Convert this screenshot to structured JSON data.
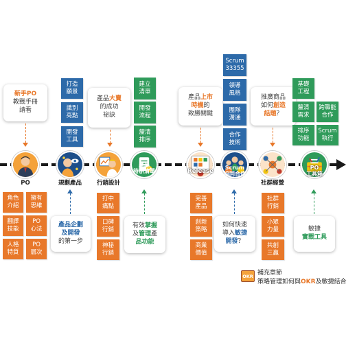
{
  "callouts": {
    "po_top": {
      "l1a": "新手PO",
      "l2": "教戰手冊",
      "l3": "請看"
    },
    "planning_bottom": {
      "l1": "產品企劃",
      "l2": "及開發",
      "l3": "的第一步"
    },
    "marketing_top": {
      "l1a": "產品",
      "l1b": "大賣",
      "l2": "的成功",
      "l3": "祕訣"
    },
    "backlog_bottom": {
      "l1a": "有效",
      "l1b": "掌握",
      "l2a": "及",
      "l2b": "管理",
      "l2c": "產",
      "l3": "品功能"
    },
    "release_top": {
      "l1a": "產品",
      "l1b": "上市",
      "l2a": "時機",
      "l2b": "的",
      "l3": "致勝關鍵"
    },
    "scrum_bottom": {
      "l1": "如何快速",
      "l2a": "導入",
      "l2b": "敏捷",
      "l3a": "開發",
      "l3b": "？"
    },
    "community_top": {
      "l1": "推廣商品",
      "l2a": "如何",
      "l2b": "創造",
      "l3a": "話題",
      "l3b": "？"
    },
    "tools_bottom": {
      "l1": "敏捷",
      "l2": "實戰工具"
    }
  },
  "stickies": {
    "planning": [
      "打造\n願景",
      "識別\n亮點",
      "開發\n工具"
    ],
    "po": [
      "角色\n介紹",
      "擁有\n思維",
      "翻譯\n技能",
      "PO\n心法",
      "人格\n特質",
      "PO\n層次"
    ],
    "marketing": [
      "打中\n痛點",
      "口碑\n行銷",
      "神秘\n行銷"
    ],
    "backlog": [
      "建立\n清單",
      "開發\n流程",
      "釐清\n排序"
    ],
    "release": [
      "完善\n產品",
      "創新\n策略",
      "商業\n價值"
    ],
    "scrum": [
      "Scrum\n33355",
      "領導\n風格",
      "團隊\n溝通",
      "合作\n技術"
    ],
    "community": [
      "社群\n行銷",
      "小眾\n力量",
      "共創\n三贏"
    ],
    "tools": [
      "基礎\n工程",
      "釐清\n需求",
      "跨職能\n合作",
      "排序\n功能",
      "Scrum\n執行"
    ]
  },
  "nodes": {
    "po": "PO",
    "planning": "規劃產品",
    "marketing": "行銷設計",
    "backlog": "產品\n待辦清單",
    "release": "Release",
    "scrum": "Scrum\n協同合作",
    "community": "社群經營",
    "tools": "PO\n工具箱"
  },
  "supplement": {
    "badge": "OKR",
    "line1": "補充章節",
    "line2a": "策略管理如何與",
    "line2b": "OKR",
    "line2c": "及敏捷結合"
  },
  "colors": {
    "blue": "#2d6aa9",
    "orange": "#e8782a",
    "green": "#2f9b5a",
    "timeline": "#1a1a1a"
  }
}
